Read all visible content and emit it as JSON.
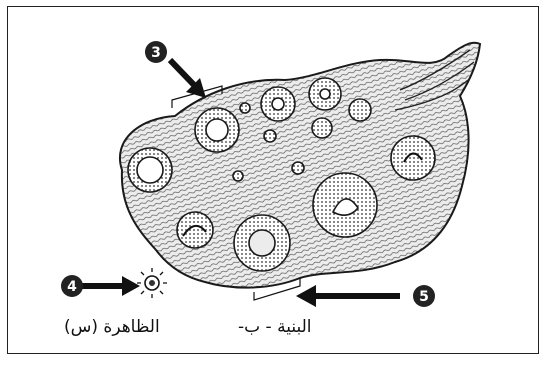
{
  "markers": [
    {
      "number": "3",
      "target": "structure-3"
    },
    {
      "number": "4",
      "target": "phenomenon-s"
    },
    {
      "number": "5",
      "target": "structure-b"
    }
  ],
  "captions": {
    "phenomenon": "الظاهرة (س)",
    "structure": "البنية - ب-"
  },
  "colors": {
    "ink": "#1a1a1a",
    "tissue": "#f2f2f2",
    "marker_fill": "#222222"
  }
}
